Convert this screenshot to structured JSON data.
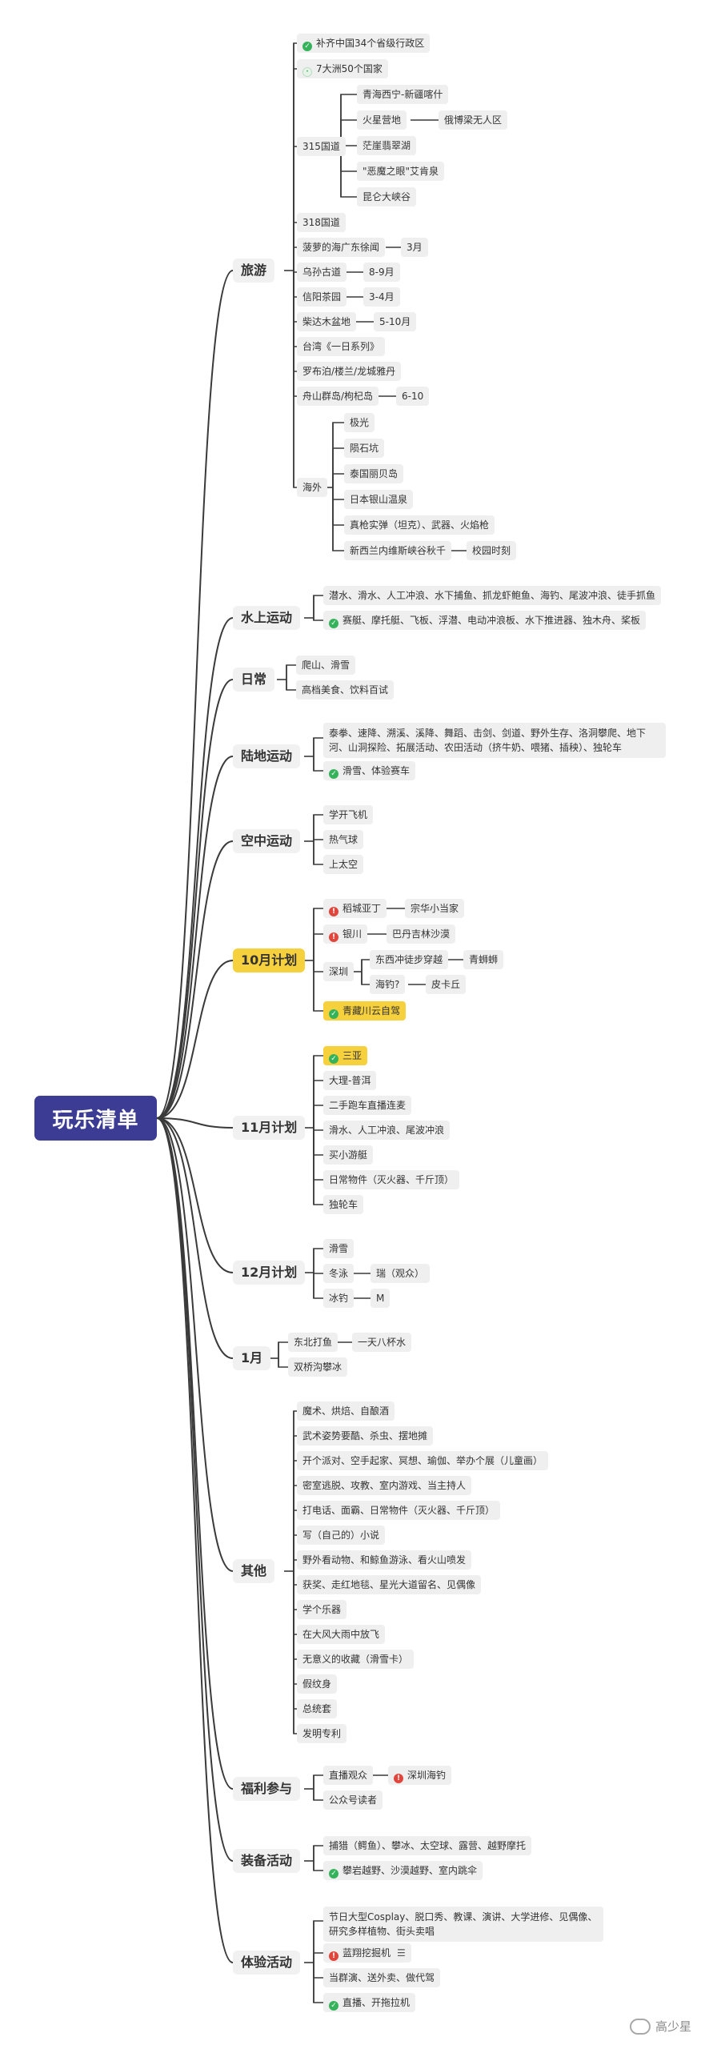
{
  "root": "玩乐清单",
  "watermark": "高少星",
  "branches": {
    "travel": "旅游",
    "water": "水上运动",
    "daily": "日常",
    "land": "陆地运动",
    "air": "空中运动",
    "oct": "10月计划",
    "nov": "11月计划",
    "dec": "12月计划",
    "jan": "1月",
    "other": "其他",
    "welfare": "福利参与",
    "equip": "装备活动",
    "exp": "体验活动"
  },
  "travel": {
    "t1": "补齐中国34个省级行政区",
    "t2": "7大洲50个国家",
    "t3": "315国道",
    "t3a": "青海西宁-新疆喀什",
    "t3b": "火星营地",
    "t3b1": "俄博梁无人区",
    "t3c": "茫崖翡翠湖",
    "t3d": "\"恶魔之眼\"艾肯泉",
    "t3e": "昆仑大峡谷",
    "t4": "318国道",
    "t5": "菠萝的海广东徐闻",
    "t5a": "3月",
    "t6": "乌孙古道",
    "t6a": "8-9月",
    "t7": "信阳茶园",
    "t7a": "3-4月",
    "t8": "柴达木盆地",
    "t8a": "5-10月",
    "t9": "台湾《一日系列》",
    "t10": "罗布泊/楼兰/龙城雅丹",
    "t11": "舟山群岛/枸杞岛",
    "t11a": "6-10",
    "t12": "海外",
    "t12a": "极光",
    "t12b": "陨石坑",
    "t12c": "泰国丽贝岛",
    "t12d": "日本银山温泉",
    "t12e": "真枪实弹（坦克）、武器、火焰枪",
    "t12f": "新西兰内维斯峡谷秋千",
    "t12f1": "校园时刻"
  },
  "water": {
    "w1": "潜水、滑水、人工冲浪、水下捕鱼、抓龙虾鲍鱼、海钓、尾波冲浪、徒手抓鱼",
    "w2": "赛艇、摩托艇、飞板、浮潜、电动冲浪板、水下推进器、独木舟、桨板"
  },
  "daily": {
    "d1": "爬山、滑雪",
    "d2": "高档美食、饮料百试"
  },
  "land": {
    "l1": "泰拳、速降、溯溪、溪降、舞蹈、击剑、剑道、野外生存、洛洞攀爬、地下河、山洞探险、拓展活动、农田活动（挤牛奶、喂猪、插秧）、独轮车",
    "l2": "滑雪、体验赛车"
  },
  "air": {
    "a1": "学开飞机",
    "a2": "热气球",
    "a3": "上太空"
  },
  "oct": {
    "o1": "稻城亚丁",
    "o1a": "宗华小当家",
    "o2": "银川",
    "o2a": "巴丹吉林沙漠",
    "o3": "深圳",
    "o3a": "东西冲徒步穿越",
    "o3a1": "青蛳蛳",
    "o3b": "海钓?",
    "o3b1": "皮卡丘",
    "o4": "青藏川云自驾"
  },
  "nov": {
    "n1": "三亚",
    "n2": "大理-普洱",
    "n3": "二手跑车直播连麦",
    "n4": "滑水、人工冲浪、尾波冲浪",
    "n5": "买小游艇",
    "n6": "日常物件（灭火器、千斤顶）",
    "n7": "独轮车"
  },
  "dec": {
    "c1": "滑雪",
    "c2": "冬泳",
    "c2a": "瑞（观众）",
    "c3": "冰钓",
    "c3a": "M"
  },
  "jan": {
    "j1": "东北打鱼",
    "j1a": "一天八杯水",
    "j2": "双桥沟攀冰"
  },
  "other": {
    "x1": "魔术、烘焙、自酿酒",
    "x2": "武术姿势要酷、杀虫、摆地摊",
    "x3": "开个派对、空手起家、冥想、瑜伽、举办个展（儿童画）",
    "x4": "密室逃脱、攻教、室内游戏、当主持人",
    "x5": "打电话、面霸、日常物件（灭火器、千斤顶）",
    "x6": "写（自己的）小说",
    "x7": "野外看动物、和鲸鱼游泳、看火山喷发",
    "x8": "获奖、走红地毯、星光大道留名、见偶像",
    "x9": "学个乐器",
    "x10": "在大风大雨中放飞",
    "x11": "无意义的收藏（滑雪卡）",
    "x12": "假纹身",
    "x13": "总统套",
    "x14": "发明专利"
  },
  "welfare": {
    "f1": "直播观众",
    "f1a": "深圳海钓",
    "f2": "公众号读者"
  },
  "equip": {
    "e1": "捕猎（鳄鱼）、攀冰、太空球、露营、越野摩托",
    "e2": "攀岩越野、沙漠越野、室内跳伞"
  },
  "exp": {
    "p1": "节日大型Cosplay、脱口秀、教课、演讲、大学进修、见偶像、研究多样植物、街头卖唱",
    "p2": "蓝翔挖掘机",
    "p3": "当群演、送外卖、做代驾",
    "p4": "直播、开拖拉机"
  },
  "colors": {
    "root": "#3c3c95",
    "highlight": "#f7d13d",
    "done": "#35b35b",
    "stop": "#e0463c",
    "line": "#3a3a3a"
  }
}
